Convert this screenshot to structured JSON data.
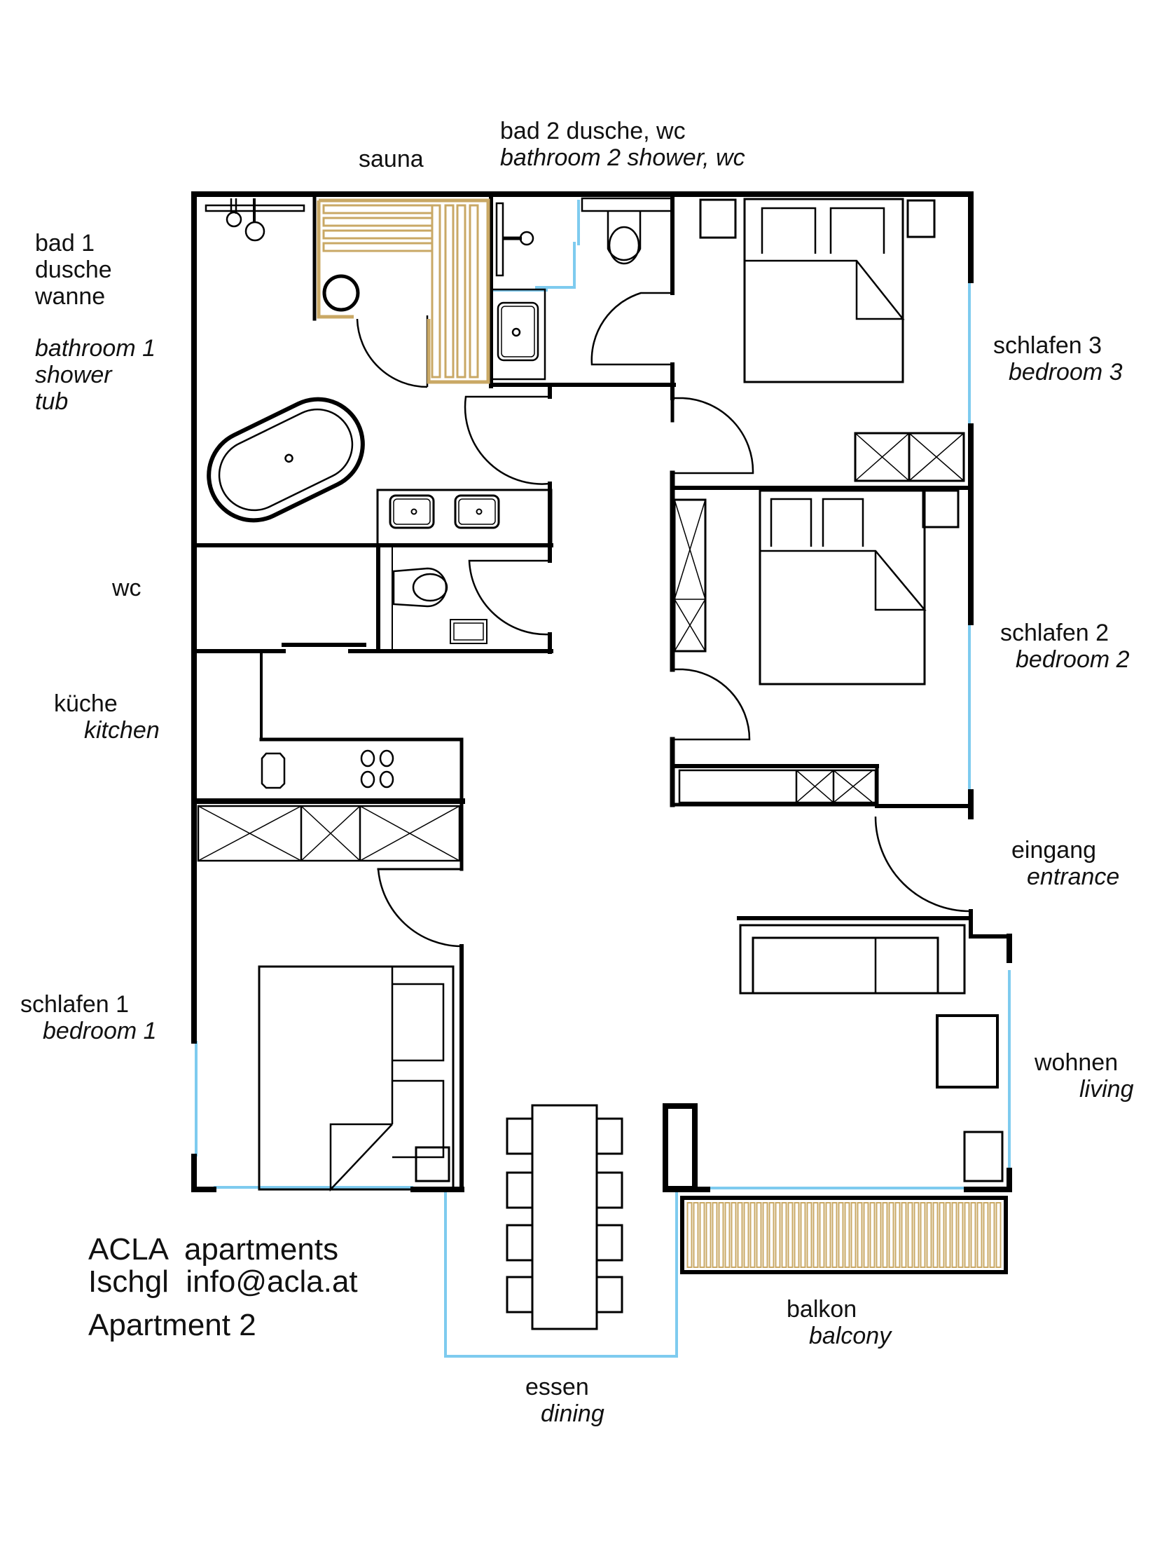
{
  "colors": {
    "wall": "#000000",
    "window": "#7ecbef",
    "wood": "#c9a865",
    "background": "#ffffff"
  },
  "rooms": {
    "sauna": {
      "de": "sauna"
    },
    "bad2": {
      "de": "bad 2 dusche, wc",
      "en": "bathroom 2 shower, wc"
    },
    "bad1": {
      "de1": "bad 1",
      "de2": "dusche",
      "de3": "wanne",
      "en1": "bathroom 1",
      "en2": "shower",
      "en3": "tub"
    },
    "schlafen3": {
      "de": "schlafen 3",
      "en": "bedroom 3"
    },
    "wc": {
      "de": "wc"
    },
    "schlafen2": {
      "de": "schlafen 2",
      "en": "bedroom 2"
    },
    "kueche": {
      "de": "küche",
      "en": "kitchen"
    },
    "eingang": {
      "de": "eingang",
      "en": "entrance"
    },
    "schlafen1": {
      "de": "schlafen 1",
      "en": "bedroom 1"
    },
    "wohnen": {
      "de": "wohnen",
      "en": "living"
    },
    "balkon": {
      "de": "balkon",
      "en": "balcony"
    },
    "essen": {
      "de": "essen",
      "en": "dining"
    }
  },
  "brand": {
    "line1": "ACLA  apartments",
    "line2": "Ischgl  info@acla.at",
    "line3": "Apartment 2"
  },
  "icons": [
    "shower-icon",
    "sauna-bench-icon",
    "sauna-stove-icon",
    "toilet-icon",
    "sink-icon",
    "bathtub-icon",
    "bed-icon",
    "wardrobe-icon",
    "stove-icon",
    "sofa-icon",
    "dining-table-icon",
    "door-swing-icon",
    "window-icon",
    "balcony-deck-icon"
  ]
}
